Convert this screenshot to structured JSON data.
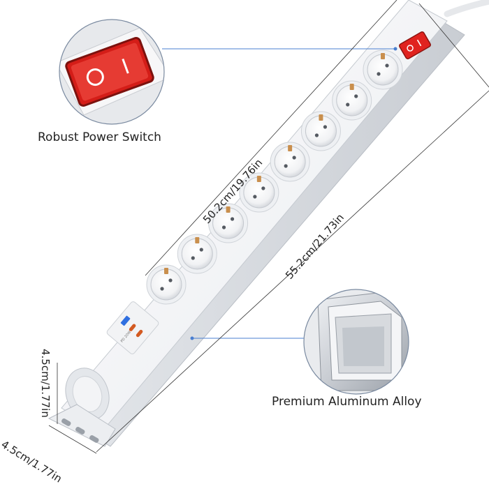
{
  "callouts": {
    "switch_label": "Robust Power Switch",
    "alloy_label": "Premium Aluminum Alloy"
  },
  "dimensions": {
    "socket_span": "50.2cm/19.76in",
    "total_length": "55.2cm/21.73in",
    "height": "4.5cm/1.77in",
    "width": "4.5cm/1.77in"
  },
  "usb_panel": {
    "pd_label": "PD 20W"
  },
  "colors": {
    "switch_red": "#e0231f",
    "body_white": "#f6f7f9",
    "socket_pin_gold": "#c98f4d",
    "usb_blue": "#2f6fe0",
    "leader_line": "#4a7fd0"
  },
  "product": {
    "socket_count": 8,
    "usb_a_ports": 1,
    "usb_c_ports": 2
  }
}
